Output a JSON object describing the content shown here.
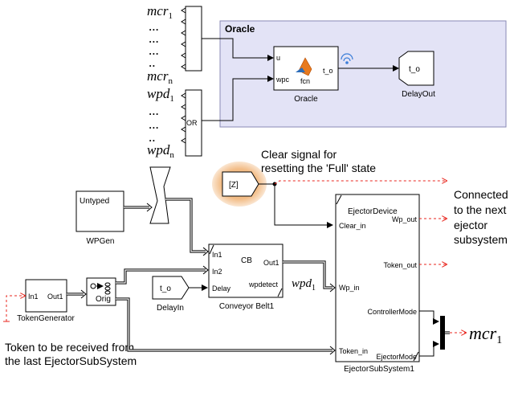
{
  "oracle_area": {
    "title": "Oracle",
    "fcn_block": {
      "in_u": "u",
      "in_wpc": "wpc",
      "out_t_o": "t_o",
      "icon_label": "fcn",
      "caption": "Oracle"
    },
    "delay_out": {
      "label": "t_o",
      "caption": "DelayOut"
    }
  },
  "mcr_mux": {
    "labels": [
      "mcr",
      "...",
      "...",
      "...",
      "..",
      "mcr"
    ],
    "subscripts": [
      "1",
      "",
      "",
      "",
      "",
      "n"
    ]
  },
  "wpd_mux": {
    "labels": [
      "wpd",
      "...",
      "...",
      "..",
      "wpd"
    ],
    "subscripts": [
      "1",
      "",
      "",
      "",
      "n"
    ],
    "or_label": "OR"
  },
  "annotations": {
    "clear_signal": [
      "Clear signal for",
      "resetting the 'Full' state"
    ],
    "connected": [
      "Connected",
      "to the next",
      "ejector",
      "subsystem"
    ],
    "token_received": [
      "Token to be received from",
      "the last EjectorSubSystem"
    ]
  },
  "goto_z": {
    "label": "[Z]"
  },
  "wpgen": {
    "label": "Untyped",
    "caption": "WPGen"
  },
  "token_generator": {
    "in": "In1",
    "out": "Out1",
    "caption": "TokenGenerator"
  },
  "orig": {
    "label": "Orig"
  },
  "delay_in": {
    "label": "t_o",
    "caption": "DelayIn"
  },
  "conveyor": {
    "title": "CB",
    "inputs": [
      "In1",
      "In2",
      "Delay"
    ],
    "outputs": [
      "Out1",
      "wpdetect"
    ],
    "caption": "Conveyor Belt1",
    "wpd_label": "wpd",
    "wpd_sub": "1"
  },
  "ejector": {
    "title": "EjectorDevice",
    "inputs": [
      "Clear_in",
      "Wp_in",
      "Token_in"
    ],
    "outputs": [
      "Wp_out",
      "Token_out",
      "ControllerMode",
      "EjectorMode"
    ],
    "caption": "EjectorSubSystem1"
  },
  "mcr_out": {
    "label": "mcr",
    "sub": "1"
  },
  "colors": {
    "oracle_bg": "#e3e3f6",
    "oracle_border": "#8a8ab5",
    "signal_red": "#e8241c",
    "goto_glow": "#f0b070"
  }
}
